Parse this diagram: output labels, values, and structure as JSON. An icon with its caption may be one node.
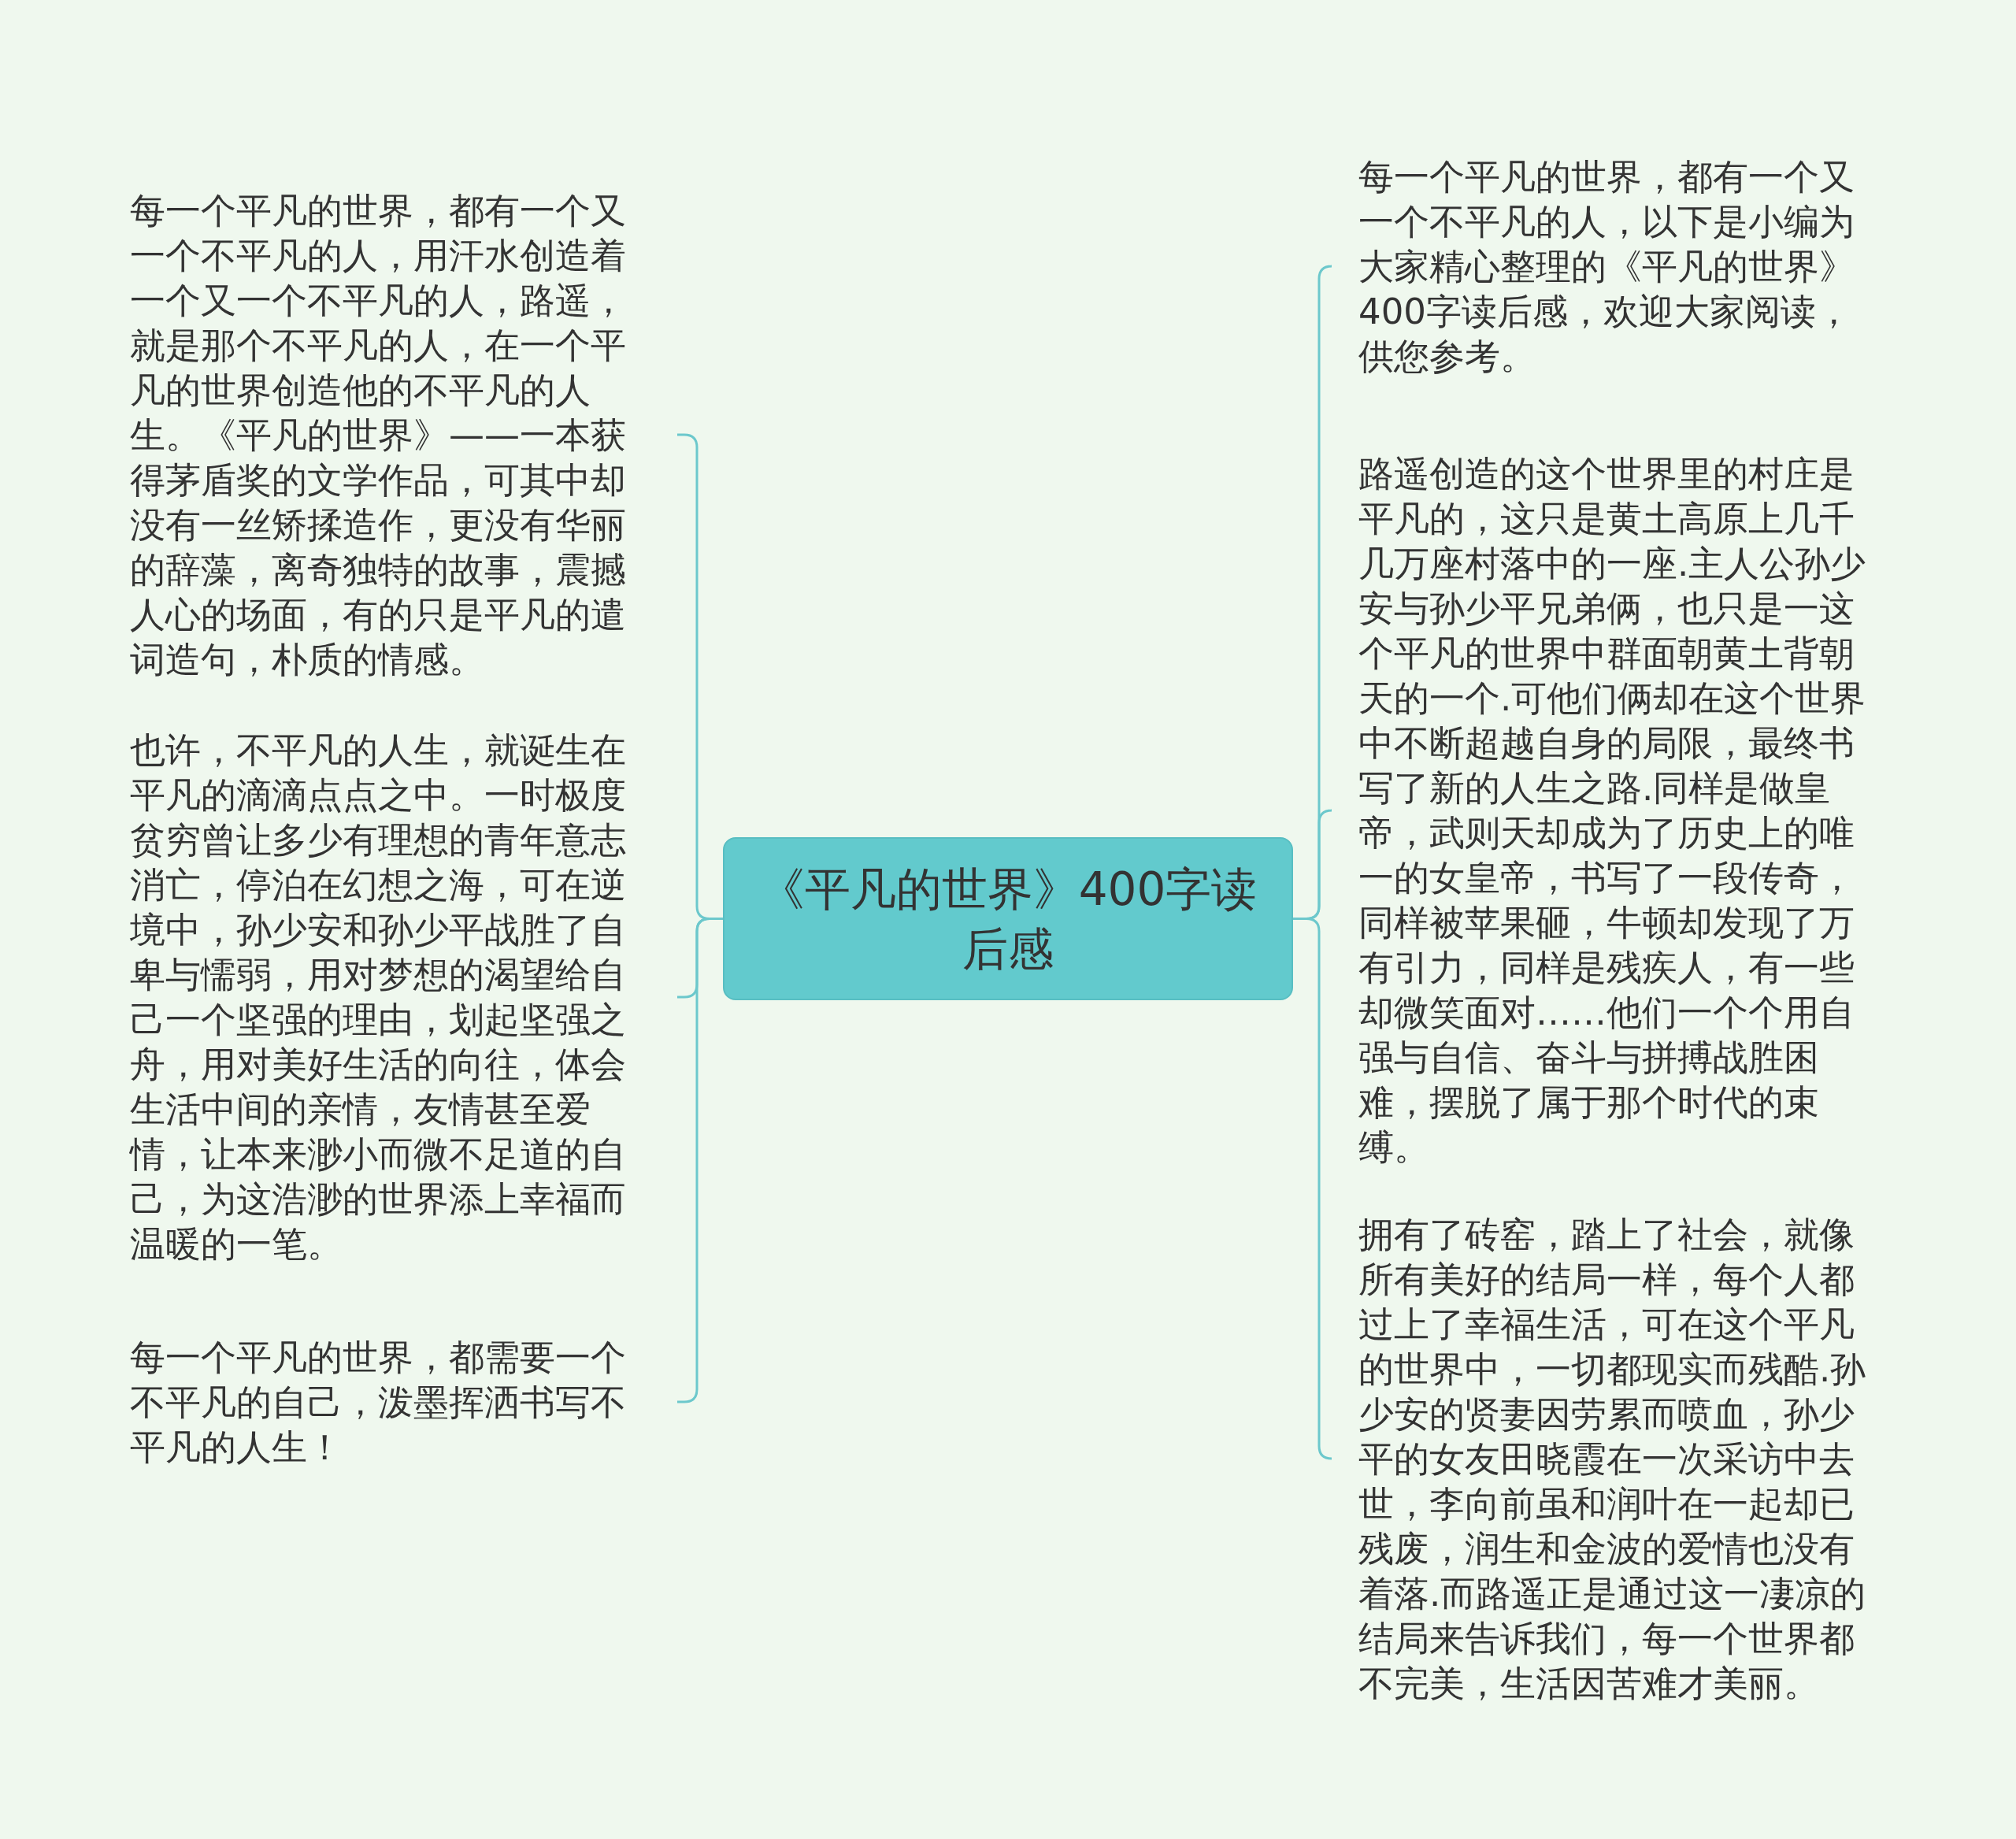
{
  "diagram": {
    "nodes": [
      {
        "text": [
          "《平凡的世界》400字读后感"
        ]
      },
      {
        "text": [
          "每一个平凡的世界，都有一个又一个不平凡的人，用汗水创造着一个又一个不平凡的人，路遥，就是那个不平凡的人，在一个平凡的世界创造他的不平凡的人生。《平凡的世界》——一本获得茅盾奖的文学作品，可其中却没有一丝矫揉造作，更没有华丽的辞藻，离奇独特的故事，震撼人心的场面，有的只是平凡的遣词造句，朴质的情感。"
        ]
      },
      {
        "text": [
          "也许，不平凡的人生，就诞生在平凡的滴滴点点之中。一时极度贫穷曾让多少有理想的青年意志消亡，停泊在幻想之海，可在逆境中，孙少安和孙少平战胜了自卑与懦弱，用对梦想的渴望给自己一个坚强的理由，划起坚强之舟，用对美好生活的向往，体会生活中间的亲情，友情甚至爱情，让本来渺小而微不足道的自己，为这浩渺的世界添上幸福而温暖的一笔。"
        ]
      },
      {
        "text": [
          "每一个平凡的世界，都需要一个不平凡的自己，泼墨挥洒书写不平凡的人生！"
        ]
      },
      {
        "text": [
          "每一个平凡的世界，都有一个又一个不平凡的人，以下是小编为大家精心整理的《平凡的世界》400字读后感，欢迎大家阅读，供您参考。"
        ]
      },
      {
        "text": [
          "路遥创造的这个世界里的村庄是平凡的，这只是黄土高原上几千几万座村落中的一座.主人公孙少安与孙少平兄弟俩，也只是一这个平凡的世界中群面朝黄土背朝天的一个.可他们俩却在这个世界中不断超越自身的局限，最终书写了新的人生之路.同样是做皇帝，武则天却成为了历史上的唯一的女皇帝，书写了一段传奇，同样被苹果砸，牛顿却发现了万有引力，同样是残疾人，有一些却微笑面对……他们一个个用自强与自信、奋斗与拼搏战胜困难，摆脱了属于那个时代的束缚。"
        ]
      },
      {
        "text": [
          "拥有了砖窑，踏上了社会，就像所有美好的结局一样，每个人都过上了幸福生活，可在这个平凡的世界中，一切都现实而残酷.孙少安的贤妻因劳累而喷血，孙少平的女友田晓霞在一次采访中去世，李向前虽和润叶在一起却已残废，润生和金波的爱情也没有着落.而路遥正是通过这一凄凉的结局来告诉我们，每一个世界都不完美，生活因苦难才美丽。"
        ]
      }
    ],
    "edges": [
      {
        "from": 0,
        "to": 1,
        "arrow": "none"
      },
      {
        "from": 0,
        "to": 2,
        "arrow": "none"
      },
      {
        "from": 0,
        "to": 3,
        "arrow": "none"
      },
      {
        "from": 0,
        "to": 4,
        "arrow": "none"
      },
      {
        "from": 0,
        "to": 5,
        "arrow": "none"
      },
      {
        "from": 0,
        "to": 6,
        "arrow": "none"
      }
    ]
  }
}
